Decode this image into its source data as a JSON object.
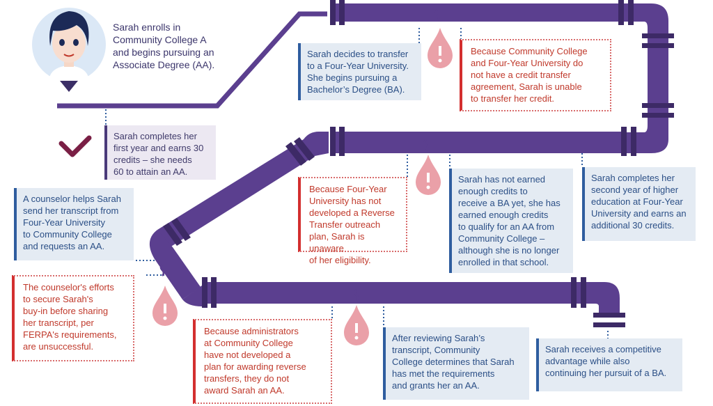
{
  "colors": {
    "pipe": "#5b3f8f",
    "pipe_dark": "#3d2a66",
    "drop": "#eaa0a8",
    "check": "#7a1f45"
  },
  "icons": [
    "avatar",
    "check-mark-icon",
    "leak-drop-icon",
    "leak-drop-icon",
    "leak-drop-icon",
    "leak-drop-icon"
  ],
  "steps": {
    "intro": "Sarah enrolls in\nCommunity College A\nand begins pursuing an\nAssociate Degree (AA).",
    "first_year": "Sarah completes her\nfirst year and earns 30\ncredits – she needs\n60 to attain an AA.",
    "transfer": "Sarah decides to transfer\nto a Four-Year University.\nShe begins pursuing a\nBachelor’s Degree (BA).",
    "no_agreement": "Because Community College\nand Four-Year University do\nnot have a credit transfer\nagreement, Sarah is unable\nto transfer her credit.",
    "second_year": "Sarah completes her\nsecond year of higher\neducation at Four-Year\nUniversity and earns an\nadditional 30 credits.",
    "not_ba": "Sarah has not earned\nenough credits to\nreceive a BA yet, she has\nearned enough credits\nto qualify for an AA from\nCommunity College  –\nalthough she is no longer\nenrolled in that school.",
    "no_outreach": "Because Four-Year\nUniversity has not\ndeveloped a Reverse\nTransfer outreach\nplan, Sarah is unaware\nof her eligibility.",
    "counselor": "A counselor helps Sarah\nsend her transcript from\nFour-Year University\nto Community College\nand requests an AA.",
    "ferpa": "The counselor's efforts\nto secure Sarah's\nbuy-in before sharing\nher transcript, per\nFERPA's requirements,\nare unsuccessful.",
    "no_plan": "Because administrators\nat Community College\nhave not developed a\nplan for awarding reverse\ntransfers, they do not\naward Sarah an AA.",
    "grants": "After reviewing Sarah’s\ntranscript, Community\nCollege determines that Sarah\nhas met the requirements\nand grants her an AA.",
    "advantage": "Sarah receives a competitive\nadvantage while also\ncontinuing her pursuit of a BA."
  }
}
